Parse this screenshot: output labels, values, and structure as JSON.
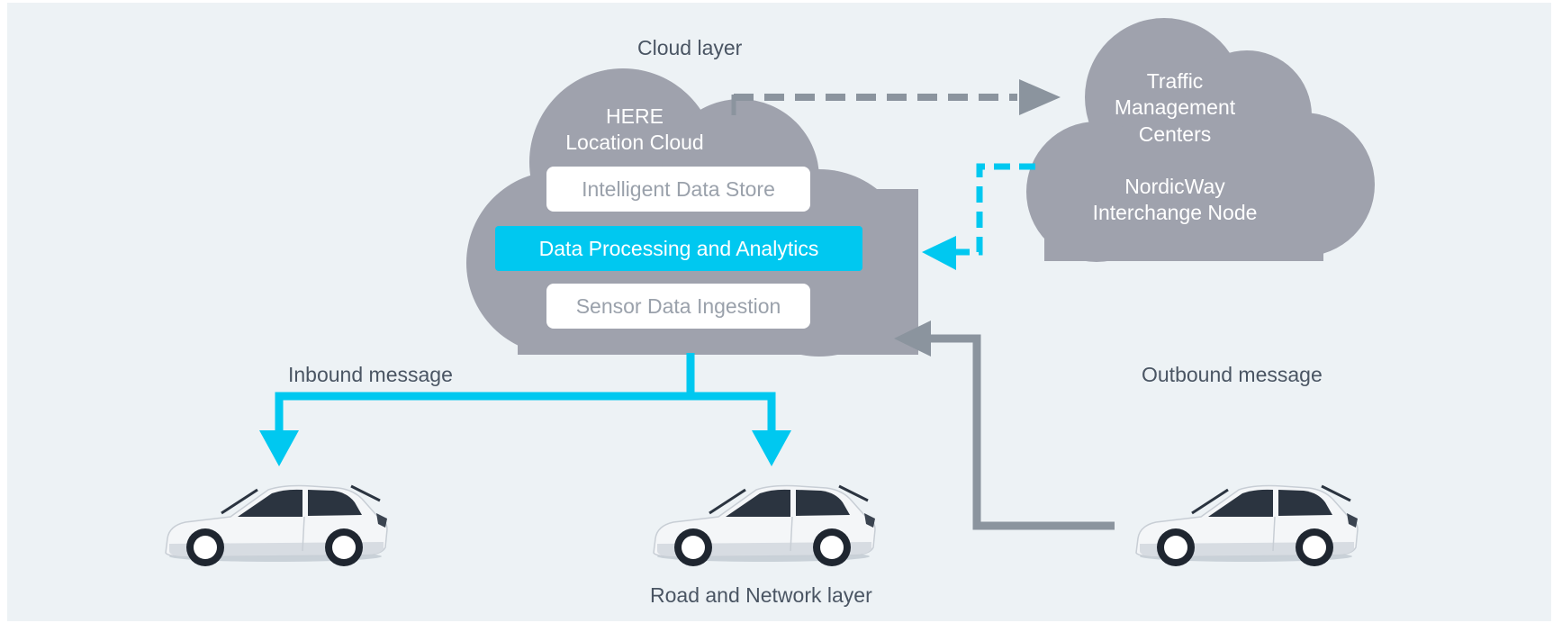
{
  "labels": {
    "cloud_layer": "Cloud layer",
    "inbound_message": "Inbound message",
    "outbound_message": "Outbound message",
    "road_network_layer": "Road and Network layer"
  },
  "here_cloud": {
    "title_line1": "HERE",
    "title_line2": "Location Cloud",
    "layers": [
      "Intelligent Data Store",
      "Data Processing and Analytics",
      "Sensor Data Ingestion"
    ]
  },
  "external_cloud": {
    "line1": "Traffic",
    "line2": "Management",
    "line3": "Centers",
    "line4": "NordicWay",
    "line5": "Interchange Node"
  },
  "colors": {
    "background": "#edf2f5",
    "cloud_fill": "#9fa2ad",
    "accent_cyan": "#00c8f0",
    "arrow_gray": "#8b949e",
    "text": "#4a5563"
  }
}
